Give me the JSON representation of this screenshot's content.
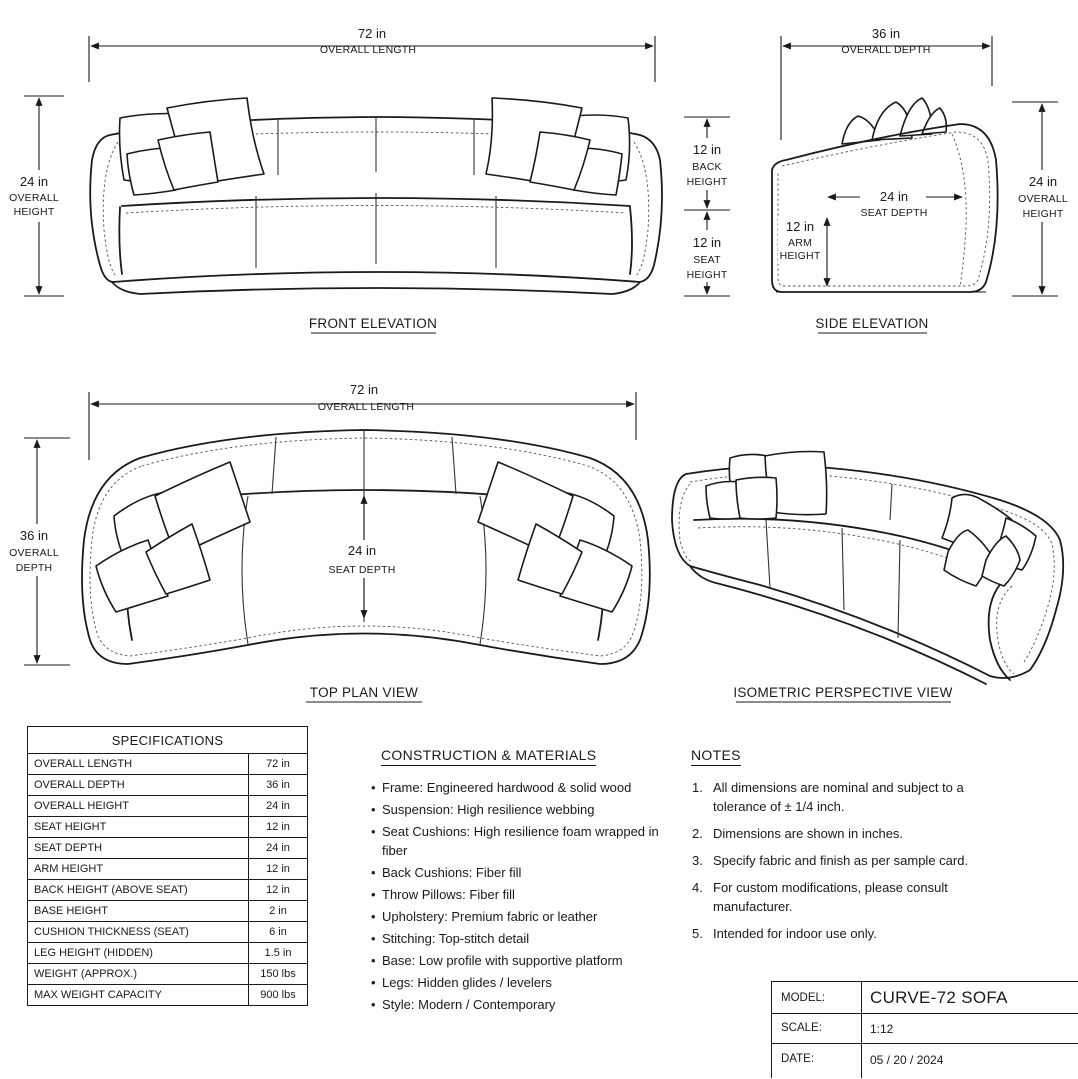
{
  "front_elevation": {
    "title": "FRONT ELEVATION",
    "length": {
      "value": "72 in",
      "label": "OVERALL LENGTH"
    },
    "height": {
      "value": "24 in",
      "label_1": "OVERALL",
      "label_2": "HEIGHT"
    },
    "back_height": {
      "value": "12 in",
      "label_1": "BACK",
      "label_2": "HEIGHT"
    },
    "seat_height": {
      "value": "12 in",
      "label_1": "SEAT",
      "label_2": "HEIGHT"
    }
  },
  "side_elevation": {
    "title": "SIDE ELEVATION",
    "depth": {
      "value": "36 in",
      "label": "OVERALL DEPTH"
    },
    "height": {
      "value": "24 in",
      "label_1": "OVERALL",
      "label_2": "HEIGHT"
    },
    "seat_depth": {
      "value": "24 in",
      "label": "SEAT DEPTH"
    },
    "arm_height": {
      "value": "12 in",
      "label_1": "ARM",
      "label_2": "HEIGHT"
    }
  },
  "top_plan": {
    "title": "TOP PLAN VIEW",
    "length": {
      "value": "72 in",
      "label": "OVERALL LENGTH"
    },
    "depth": {
      "value": "36 in",
      "label_1": "OVERALL",
      "label_2": "DEPTH"
    },
    "seat_depth": {
      "value": "24 in",
      "label": "SEAT DEPTH"
    }
  },
  "isometric": {
    "title": "ISOMETRIC PERSPECTIVE VIEW"
  },
  "specifications": {
    "title": "SPECIFICATIONS",
    "rows": [
      {
        "label": "OVERALL LENGTH",
        "value": "72 in"
      },
      {
        "label": "OVERALL DEPTH",
        "value": "36 in"
      },
      {
        "label": "OVERALL HEIGHT",
        "value": "24 in"
      },
      {
        "label": "SEAT HEIGHT",
        "value": "12 in"
      },
      {
        "label": "SEAT DEPTH",
        "value": "24 in"
      },
      {
        "label": "ARM HEIGHT",
        "value": "12 in"
      },
      {
        "label": "BACK HEIGHT (ABOVE SEAT)",
        "value": "12 in"
      },
      {
        "label": "BASE HEIGHT",
        "value": "2 in"
      },
      {
        "label": "CUSHION THICKNESS (SEAT)",
        "value": "6 in"
      },
      {
        "label": "LEG HEIGHT (HIDDEN)",
        "value": "1.5 in"
      },
      {
        "label": "WEIGHT (APPROX.)",
        "value": "150 lbs"
      },
      {
        "label": "MAX WEIGHT CAPACITY",
        "value": "900 lbs"
      }
    ]
  },
  "construction": {
    "title": "CONSTRUCTION & MATERIALS",
    "items": [
      "Frame: Engineered hardwood & solid wood",
      "Suspension: High resilience webbing",
      "Seat Cushions: High resilience foam wrapped in fiber",
      "Back Cushions: Fiber fill",
      "Throw Pillows: Fiber fill",
      "Upholstery: Premium fabric or leather",
      "Stitching: Top-stitch detail",
      "Base: Low profile with supportive platform",
      "Legs: Hidden glides / levelers",
      "Style: Modern / Contemporary"
    ]
  },
  "notes": {
    "title": "NOTES",
    "items": [
      {
        "num": "1.",
        "text": "All dimensions are nominal and subject to a tolerance of ± 1/4 inch."
      },
      {
        "num": "2.",
        "text": "Dimensions are shown in inches."
      },
      {
        "num": "3.",
        "text": "Specify fabric and finish as per sample card."
      },
      {
        "num": "4.",
        "text": "For custom modifications, please consult manufacturer."
      },
      {
        "num": "5.",
        "text": "Intended for indoor use only."
      }
    ]
  },
  "title_block": {
    "model_label": "MODEL:",
    "model": "CURVE-72 SOFA",
    "scale_label": "SCALE:",
    "scale": "1:12",
    "date_label": "DATE:",
    "date": "05 / 20 / 2024"
  }
}
